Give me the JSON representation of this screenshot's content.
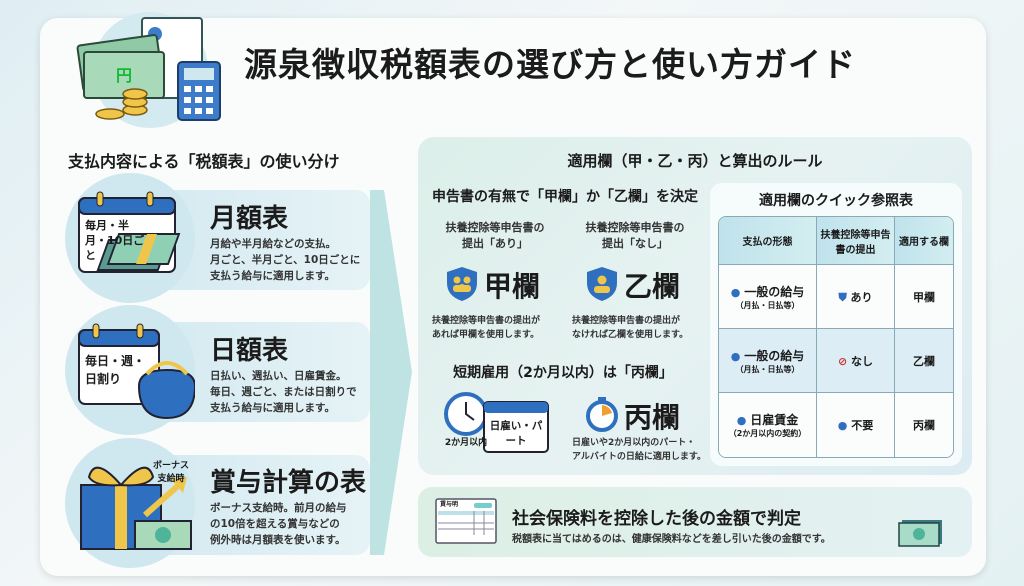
{
  "title": "源泉徴収税額表の選び方と使い方ガイド",
  "left": {
    "heading": "支払内容による「税額表」の使い分け",
    "items": [
      {
        "badge": "毎月・半月・10日ごと",
        "title": "月額表",
        "desc": [
          "月給や半月給などの支払。",
          "月ごと、半月ごと、10日ごとに",
          "支払う給与に適用します。"
        ]
      },
      {
        "badge": "毎日・週・日割り",
        "title": "日額表",
        "desc": [
          "日払い、週払い、日雇賃金。",
          "毎日、週ごと、または日割りで",
          "支払う給与に適用します。"
        ]
      },
      {
        "badge": "ボーナス支給時",
        "title": "賞与計算の表",
        "desc": [
          "ボーナス支給時。前月の給与",
          "の10倍を超える賞与などの",
          "例外時は月額表を使います。"
        ]
      }
    ]
  },
  "right": {
    "heading": "適用欄（甲・乙・丙）と算出のルール",
    "sub1": "申告書の有無で「甲欄」か「乙欄」を決定",
    "kou": {
      "cond": [
        "扶養控除等申告書の",
        "提出「あり」"
      ],
      "label": "甲欄",
      "desc": [
        "扶養控除等申告書の提出が",
        "あれば甲欄を使用します。"
      ]
    },
    "otsu": {
      "cond": [
        "扶養控除等申告書の",
        "提出「なし」"
      ],
      "label": "乙欄",
      "desc": [
        "扶養控除等申告書の提出が",
        "なければ乙欄を使用します。"
      ]
    },
    "sub2": "短期雇用（2か月以内）は「丙欄」",
    "hei": {
      "clock": "2か月以内",
      "calendar": "日雇い・パート",
      "label": "丙欄",
      "desc": [
        "日雇いや2か月以内のパート・",
        "アルバイトの日給に適用します。"
      ]
    },
    "table": {
      "title": "適用欄のクイック参照表",
      "headers": [
        "支払の形態",
        "扶養控除等申告書の提出",
        "適用する欄"
      ],
      "rows": [
        {
          "type": "一般の給与",
          "note": "（月払・日払等）",
          "submit": "あり",
          "col": "甲欄"
        },
        {
          "type": "一般の給与",
          "note": "（月払・日払等）",
          "submit": "なし",
          "col": "乙欄"
        },
        {
          "type": "日雇賃金",
          "note": "（2か月以内の契約）",
          "submit": "不要",
          "col": "丙欄"
        }
      ]
    }
  },
  "bottom": {
    "doc_label": "賃与明",
    "title": "社会保険料を控除した後の金額で判定",
    "desc": "税額表に当てはめるのは、健康保険料などを差し引いた後の金額です。"
  },
  "colors": {
    "accent": "#2f6fc0",
    "teal": "#cfe7ef",
    "gold": "#f0c64a"
  }
}
